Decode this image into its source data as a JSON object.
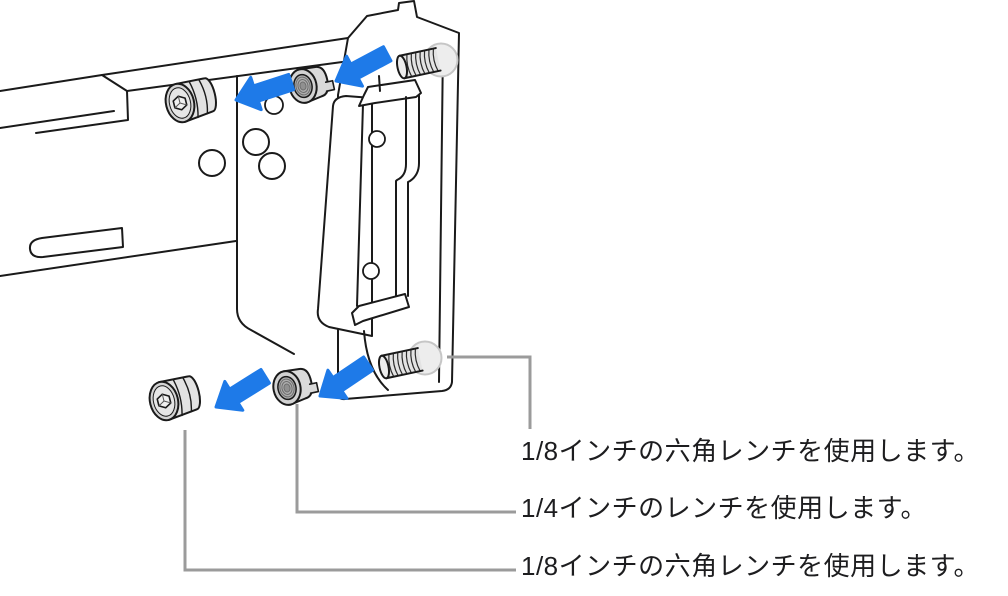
{
  "page": {
    "background": "#ffffff"
  },
  "colors": {
    "line_black": "#1a1a1a",
    "arrow_blue": "#1e7ae8",
    "callout_gray": "#9b9b9b",
    "metal_light": "#e2e2e2",
    "metal_mid": "#d4d4d4",
    "stud_head_gray": "#ededed",
    "text": "#1d1d1f"
  },
  "callouts": {
    "labels": [
      "1/8インチの六角レンチを使用します。",
      "1/4インチのレンチを使用します。",
      "1/8インチの六角レンチを使用します。"
    ]
  }
}
